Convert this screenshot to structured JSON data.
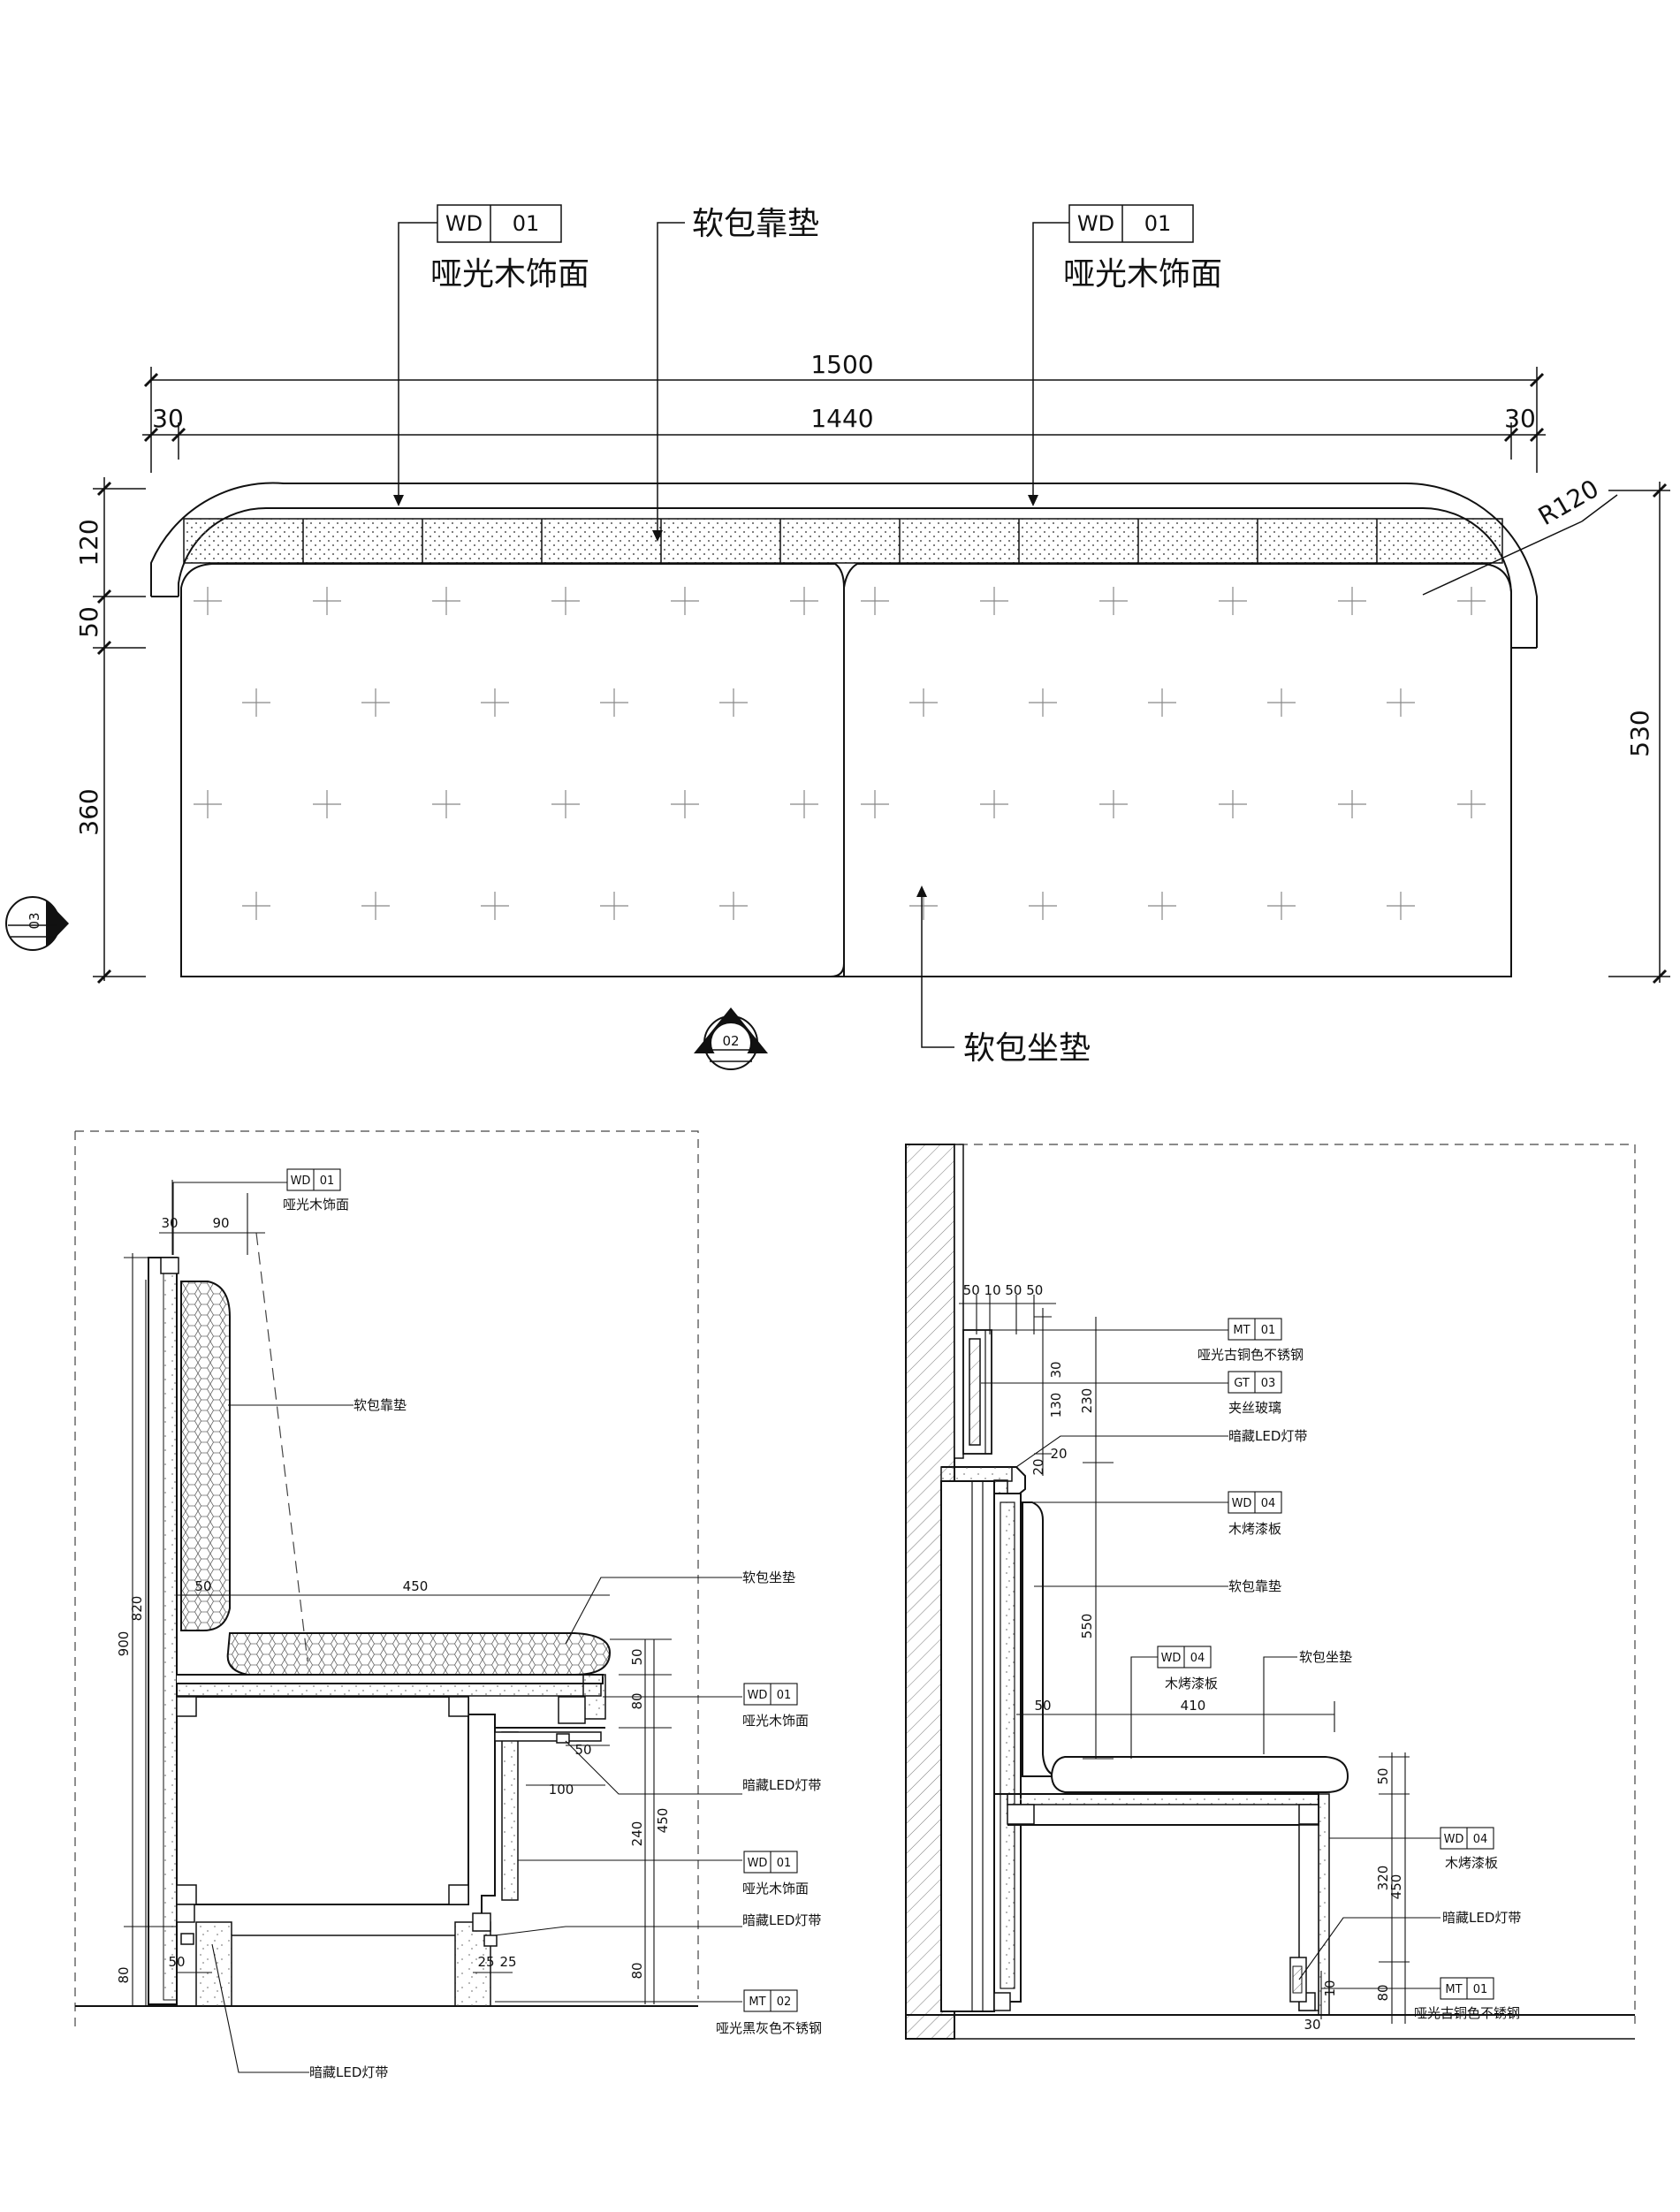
{
  "plan": {
    "tag_left": {
      "code": "WD",
      "num": "01",
      "label": "哑光木饰面"
    },
    "tag_right": {
      "code": "WD",
      "num": "01",
      "label": "哑光木饰面"
    },
    "back_cushion_label": "软包靠垫",
    "seat_cushion_label": "软包坐垫",
    "dims": {
      "total_width": "1500",
      "inner_width": "1440",
      "side_left": "30",
      "side_right": "30",
      "radius": "R120",
      "h120": "120",
      "h50": "50",
      "h360": "360",
      "h530": "530"
    },
    "section_marks": {
      "left": "03",
      "bottom": "02"
    }
  },
  "section_left": {
    "tag_top": {
      "code": "WD",
      "num": "01",
      "label": "哑光木饰面"
    },
    "label_back": "软包靠垫",
    "label_seat": "软包坐垫",
    "tag_mid1": {
      "code": "WD",
      "num": "01",
      "label": "哑光木饰面"
    },
    "label_led1": "暗藏LED灯带",
    "tag_mid2": {
      "code": "WD",
      "num": "01",
      "label": "哑光木饰面"
    },
    "label_led2": "暗藏LED灯带",
    "tag_bottom": {
      "code": "MT",
      "num": "02",
      "label": "哑光黑灰色不锈钢"
    },
    "label_led3": "暗藏LED灯带",
    "dims": {
      "d30": "30",
      "d90": "90",
      "d900": "900",
      "d820": "820",
      "d80a": "80",
      "d50a": "50",
      "d450w": "450",
      "d50b": "50",
      "d80b": "80",
      "d450h": "450",
      "d240": "240",
      "d80c": "80",
      "d50c": "50",
      "d100": "100",
      "d50d": "50",
      "d25a": "25",
      "d25b": "25"
    }
  },
  "section_right": {
    "tag1": {
      "code": "MT",
      "num": "01",
      "label": "哑光古铜色不锈钢"
    },
    "tag2": {
      "code": "GT",
      "num": "03",
      "label": "夹丝玻璃"
    },
    "label_led1": "暗藏LED灯带",
    "tag3": {
      "code": "WD",
      "num": "04",
      "label": "木烤漆板"
    },
    "label_back": "软包靠垫",
    "tag4": {
      "code": "WD",
      "num": "04",
      "label": "木烤漆板"
    },
    "label_seat": "软包坐垫",
    "tag5": {
      "code": "WD",
      "num": "04",
      "label": "木烤漆板"
    },
    "label_led2": "暗藏LED灯带",
    "tag6": {
      "code": "MT",
      "num": "01",
      "label": "哑光古铜色不锈钢"
    },
    "dims": {
      "top_dims": "50 10 50 50",
      "d30": "30",
      "d130": "130",
      "d230": "230",
      "d20a": "20",
      "d20b": "20",
      "d550": "550",
      "d50": "50",
      "d410": "410",
      "d50b": "50",
      "d320": "320",
      "d450": "450",
      "d80": "80",
      "d10": "10",
      "d30b": "30"
    }
  }
}
